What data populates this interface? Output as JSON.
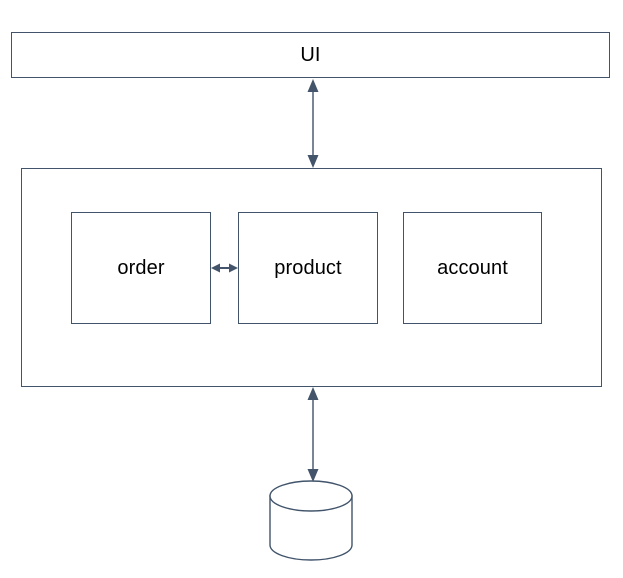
{
  "diagram": {
    "title": "Layered service architecture diagram",
    "background_color": "#ffffff",
    "stroke_color": "#41546b",
    "arrow_color": "#44546a",
    "text_color": "#000000",
    "nodes": {
      "ui": {
        "label": "UI",
        "shape": "rectangle"
      },
      "services_container": {
        "label": "",
        "shape": "rectangle"
      },
      "order": {
        "label": "order",
        "shape": "rectangle"
      },
      "product": {
        "label": "product",
        "shape": "rectangle"
      },
      "account": {
        "label": "account",
        "shape": "rectangle"
      },
      "database": {
        "label": "",
        "shape": "cylinder"
      }
    },
    "connectors": [
      {
        "name": "ui-to-services",
        "from": "ui",
        "to": "services_container",
        "style": "double-arrow",
        "orientation": "vertical"
      },
      {
        "name": "order-to-product",
        "from": "order",
        "to": "product",
        "style": "double-arrow",
        "orientation": "horizontal"
      },
      {
        "name": "services-to-database",
        "from": "services_container",
        "to": "database",
        "style": "double-arrow",
        "orientation": "vertical"
      }
    ]
  }
}
